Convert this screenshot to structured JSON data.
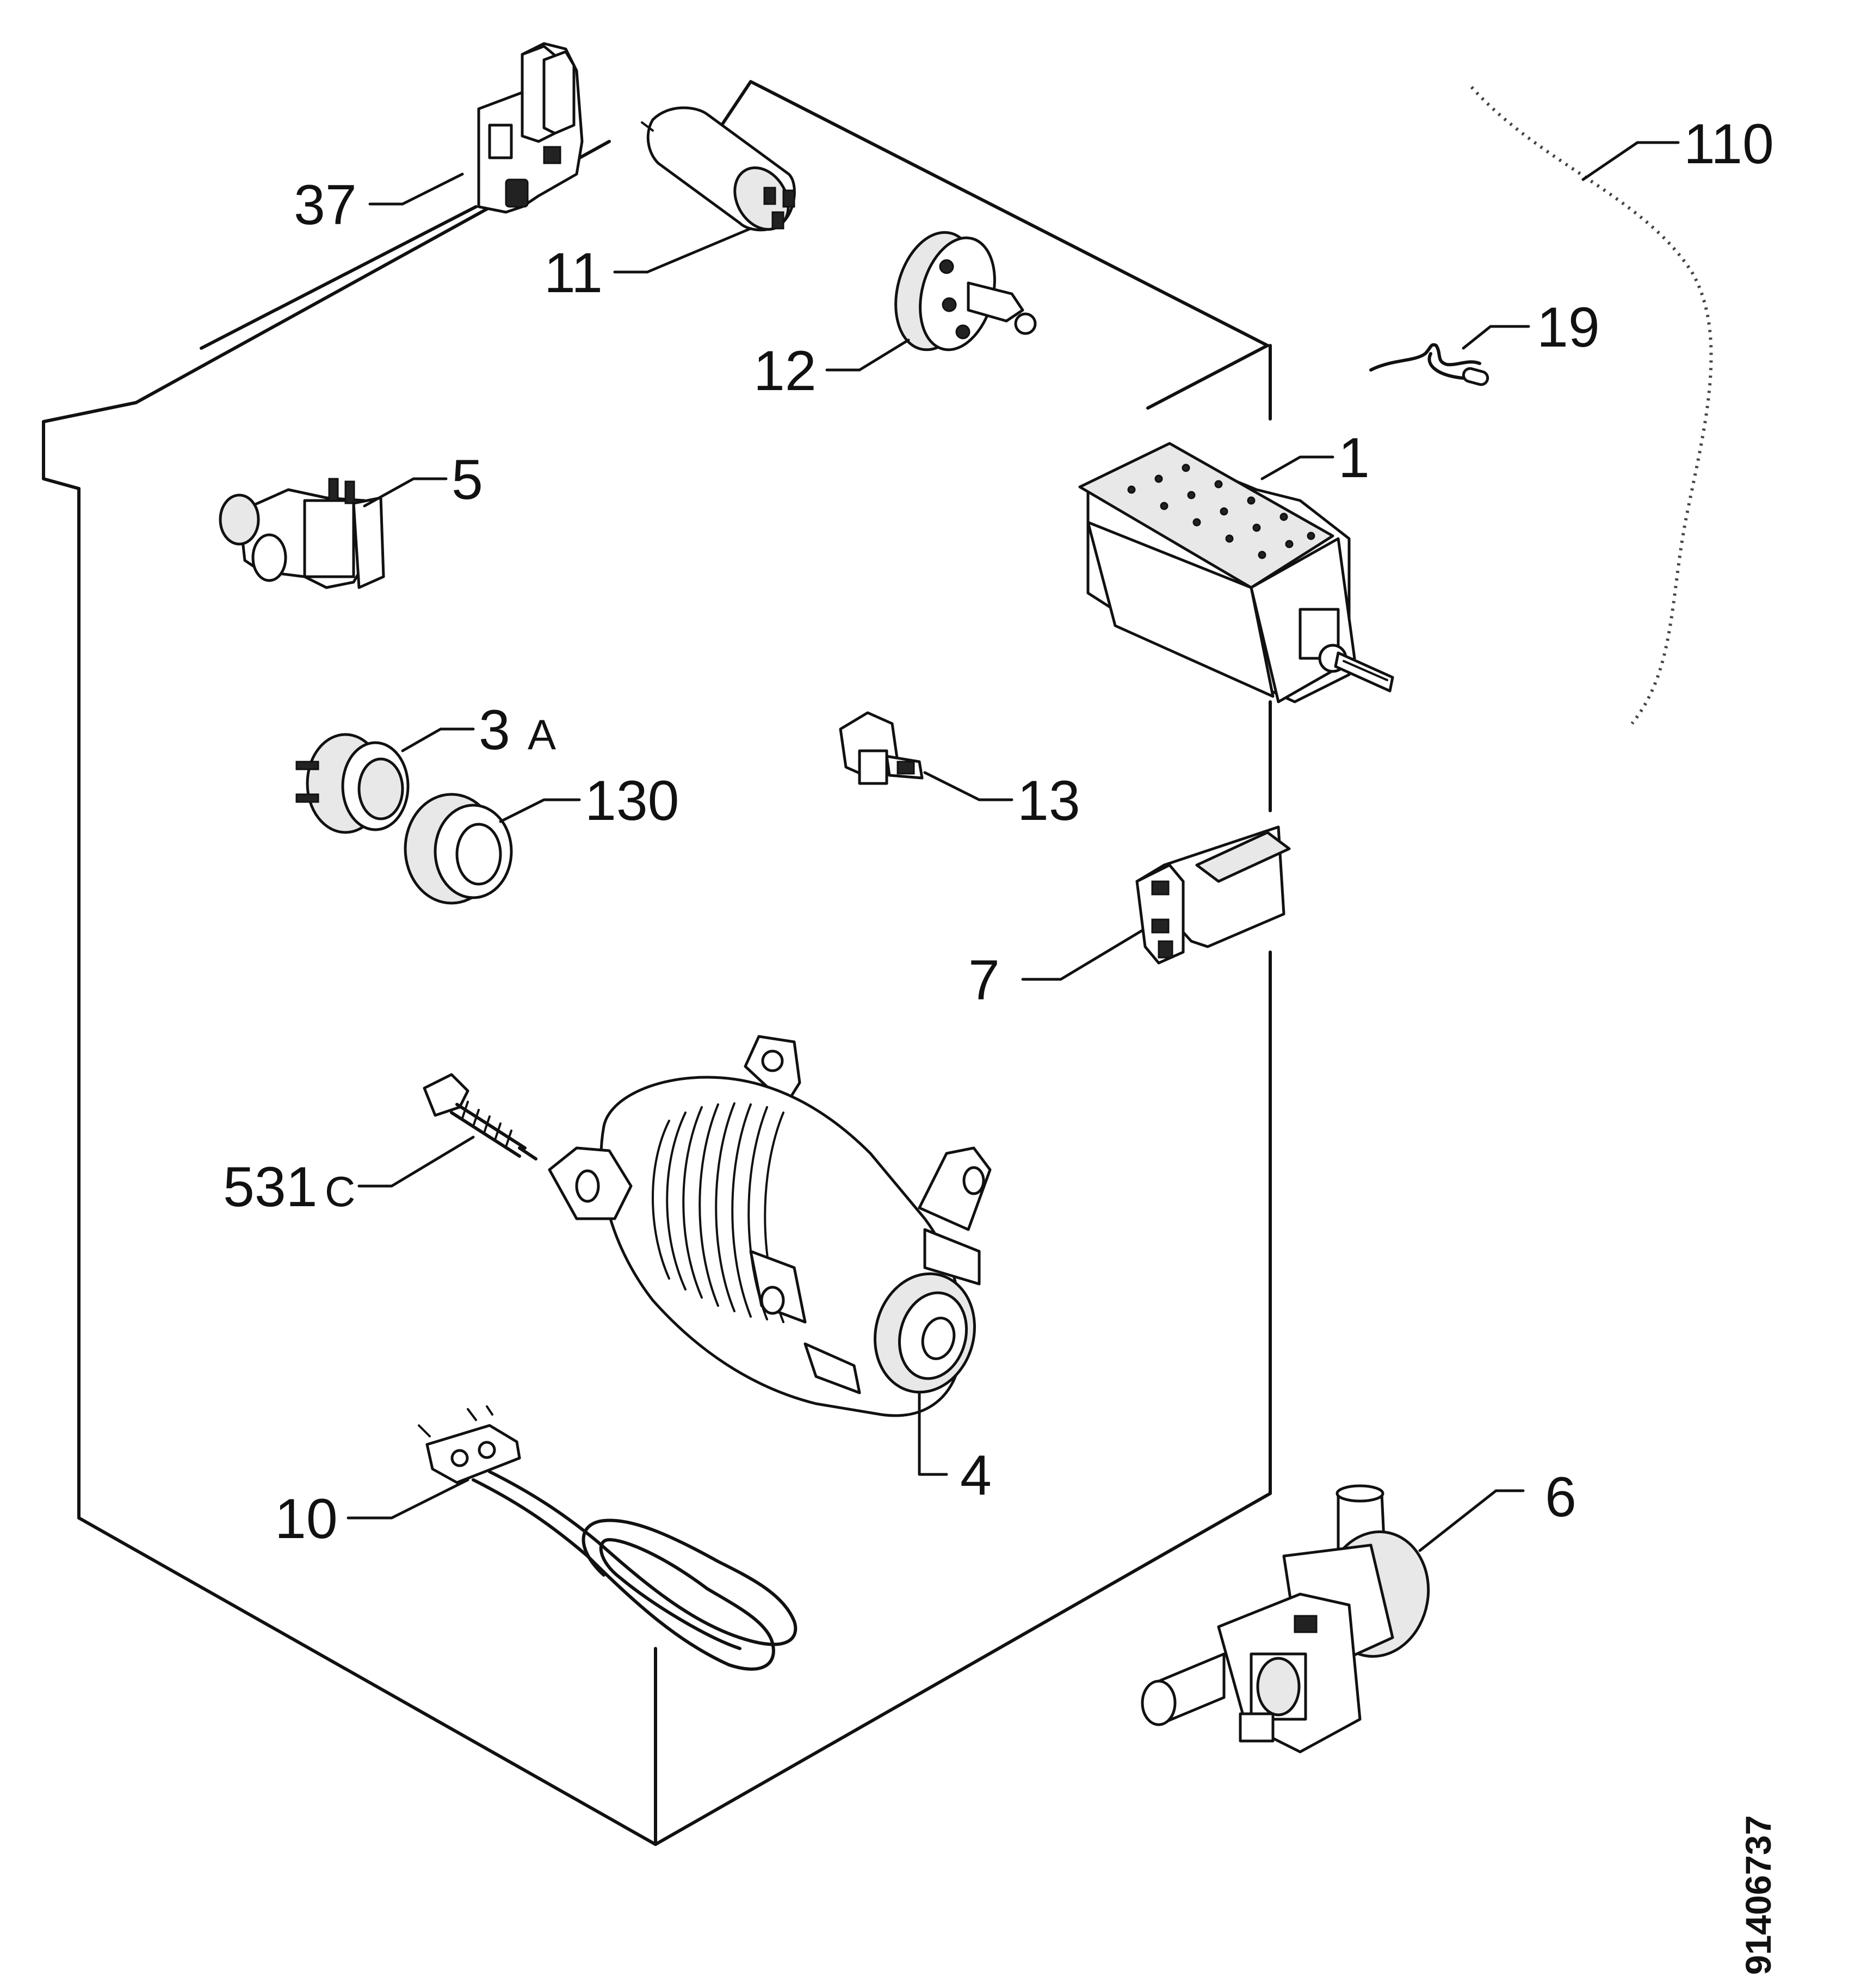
{
  "callouts": {
    "c37": "37",
    "c11": "11",
    "c12": "12",
    "c110": "110",
    "c19": "19",
    "c1": "1",
    "c5": "5",
    "c3": "3",
    "c3_suffix": "A",
    "c130": "130",
    "c13": "13",
    "c7": "7",
    "c531": "531",
    "c531_suffix": "C",
    "c4": "4",
    "c10": "10",
    "c6": "6"
  },
  "document_number": "91406737"
}
